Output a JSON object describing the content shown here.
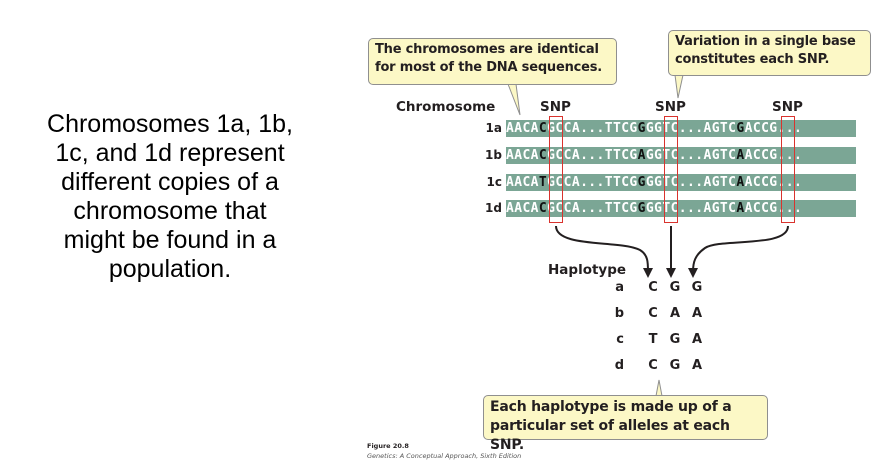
{
  "slide": {
    "description_text": "Chromosomes 1a, 1b,\n1c, and 1d represent\ndifferent copies of a\nchromosome that\nmight be found in a\npopulation."
  },
  "figure": {
    "callouts": {
      "identical": "The chromosomes are identical\nfor most of the DNA sequences.",
      "variation": "Variation in a single base\nconstitutes each SNP.",
      "haplotype": "Each haplotype is made up of a\nparticular set of alleles at each SNP."
    },
    "chromosome_heading": "Chromosome",
    "snp_label": "SNP",
    "chromosomes": [
      {
        "id": "1a",
        "seg1": "AACA",
        "snp1": "C",
        "seg2": "GCCA...TTCG",
        "snp2": "G",
        "seg3": "GGTC...AGTC",
        "snp3": "G",
        "seg4": "ACCG..."
      },
      {
        "id": "1b",
        "seg1": "AACA",
        "snp1": "C",
        "seg2": "GCCA...TTCG",
        "snp2": "A",
        "seg3": "GGTC...AGTC",
        "snp3": "A",
        "seg4": "ACCG..."
      },
      {
        "id": "1c",
        "seg1": "AACA",
        "snp1": "T",
        "seg2": "GCCA...TTCG",
        "snp2": "G",
        "seg3": "GGTC...AGTC",
        "snp3": "A",
        "seg4": "ACCG..."
      },
      {
        "id": "1d",
        "seg1": "AACA",
        "snp1": "C",
        "seg2": "GCCA...TTCG",
        "snp2": "G",
        "seg3": "GGTC...AGTC",
        "snp3": "A",
        "seg4": "ACCG..."
      }
    ],
    "haplotype_heading": "Haplotype",
    "haplotypes": [
      {
        "id": "a",
        "alleles": [
          "C",
          "G",
          "G"
        ]
      },
      {
        "id": "b",
        "alleles": [
          "C",
          "A",
          "A"
        ]
      },
      {
        "id": "c",
        "alleles": [
          "T",
          "G",
          "A"
        ]
      },
      {
        "id": "d",
        "alleles": [
          "C",
          "G",
          "A"
        ]
      }
    ],
    "caption": "Figure 20.8",
    "source": "Genetics: A Conceptual Approach, Sixth Edition",
    "colors": {
      "strip": "#7ba695",
      "snp_box": "#d9332e",
      "callout_fill": "#fcf8c6"
    }
  }
}
